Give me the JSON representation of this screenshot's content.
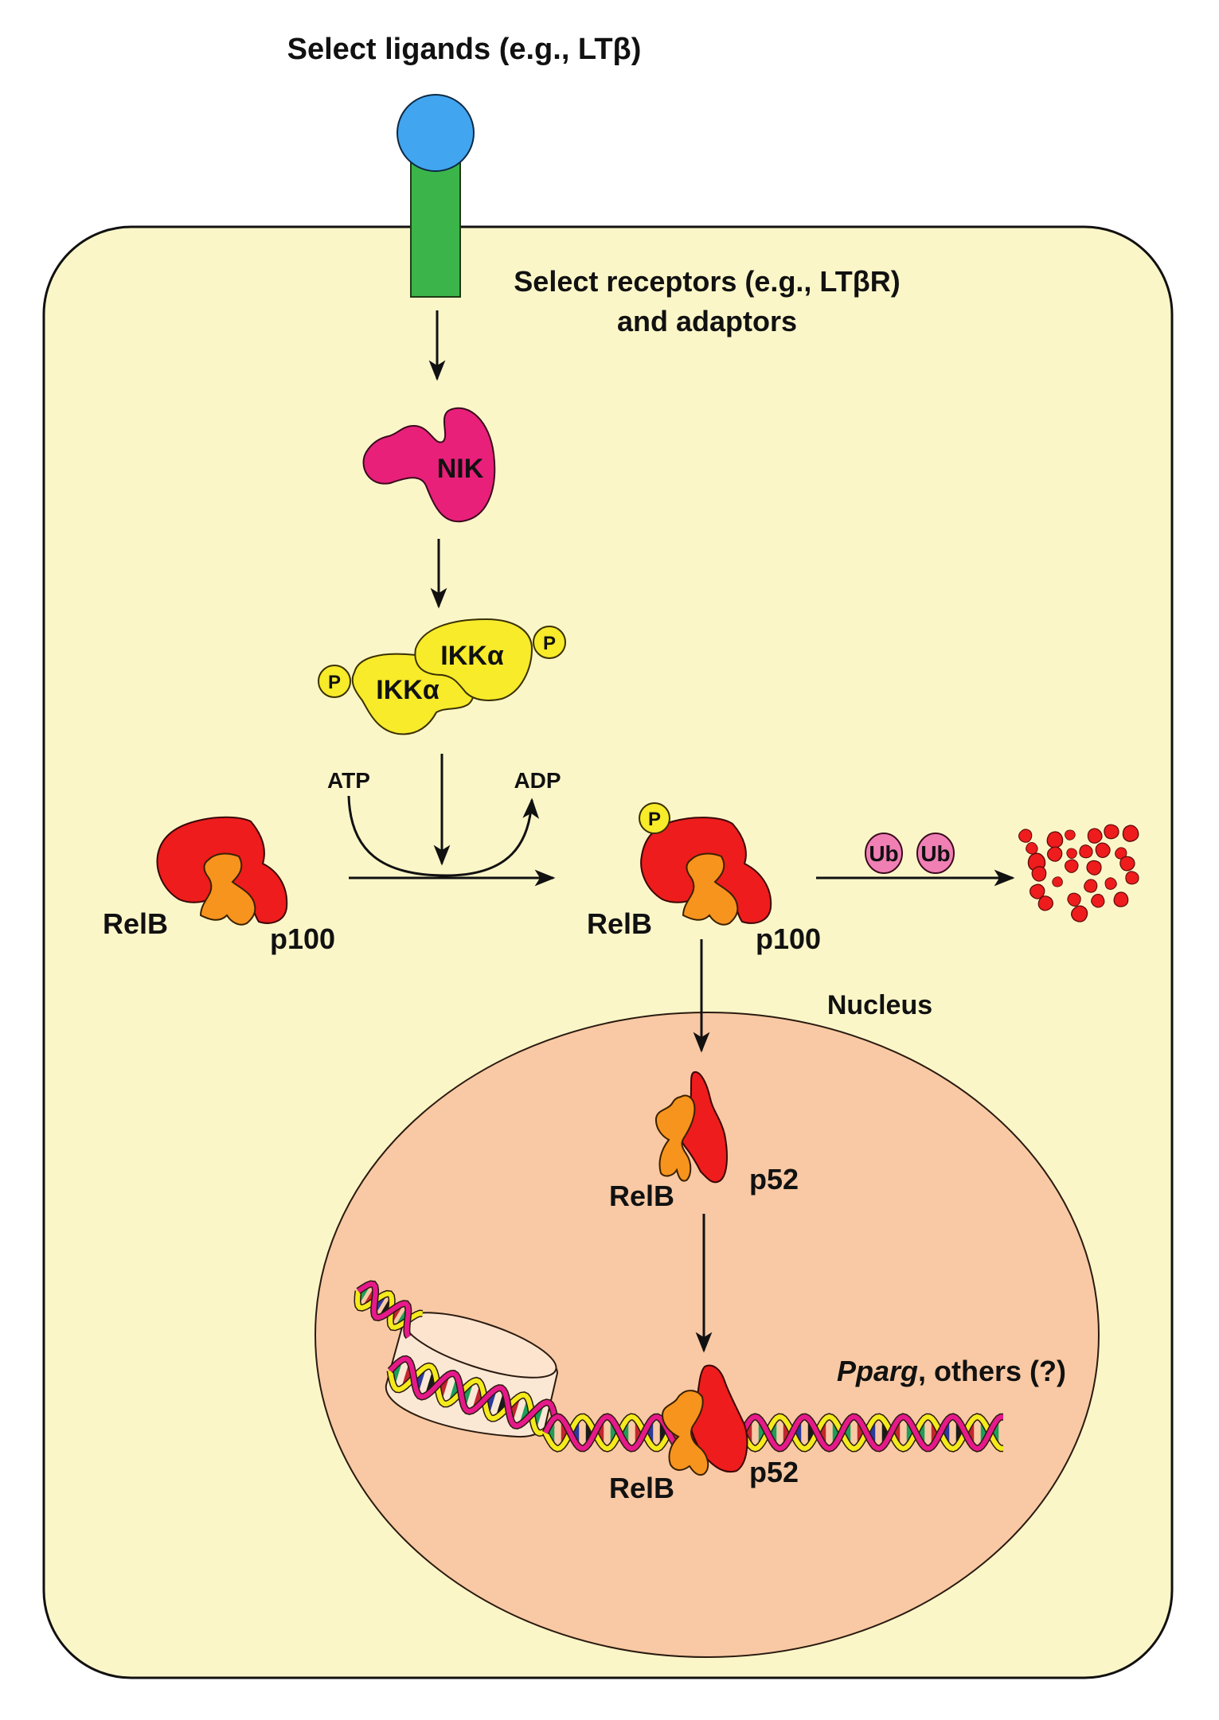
{
  "title": "Select ligands (e.g., LTβ)",
  "receptor_label": {
    "line1": "Select receptors (e.g., LTβR)",
    "line2": "and adaptors"
  },
  "nik": {
    "label": "NIK"
  },
  "ikk": {
    "left_label": "IKKα",
    "right_label": "IKKα",
    "phospho_left": "P",
    "phospho_right": "P"
  },
  "reaction": {
    "substrate": "ATP",
    "product": "ADP"
  },
  "complex_unprocessed": {
    "relb": "RelB",
    "p100": "p100"
  },
  "complex_phosphorylated": {
    "phospho": "P",
    "relb": "RelB",
    "p100": "p100"
  },
  "ubiquitin": {
    "ub1": "Ub",
    "ub2": "Ub"
  },
  "nucleus": {
    "label": "Nucleus"
  },
  "complex_nuclear": {
    "relb": "RelB",
    "p52": "p52"
  },
  "complex_dna_bound": {
    "relb": "RelB",
    "p52": "p52"
  },
  "target_genes": {
    "gene_italic": "Pparg",
    "rest": ", others (?)"
  },
  "colors": {
    "cell": "#fbf6c8",
    "nucleus": "#f8c9a4",
    "ligand": "#42a5f0",
    "receptor": "#3bb54a",
    "nik": "#e8207a",
    "ikk": "#f7eb2a",
    "relb": "#f7941d",
    "p100": "#ee1c1c",
    "ub": "#f07fb4"
  }
}
